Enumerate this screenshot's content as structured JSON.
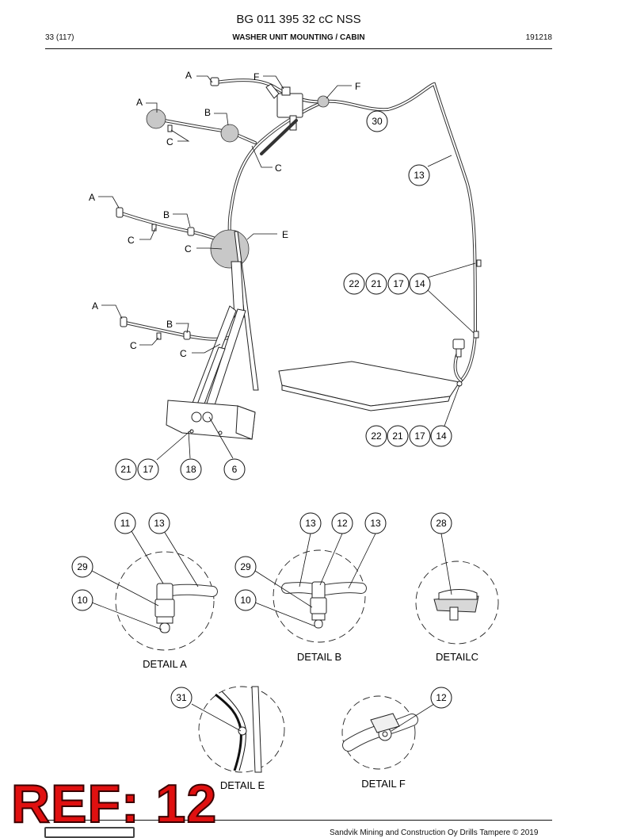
{
  "header": {
    "doc_title": "BG 011 395 32 cC NSS",
    "page": "33 (117)",
    "section": "WASHER UNIT MOUNTING / CABIN",
    "date": "191218"
  },
  "footer": {
    "text": "Sandvik Mining and Construction Oy Drills Tampere © 2019"
  },
  "stamp": {
    "text": "REF: 12"
  },
  "letters": {
    "A": "A",
    "B": "B",
    "C": "C",
    "E": "E",
    "F": "F"
  },
  "balloons": {
    "n30": "30",
    "n13": "13",
    "n22": "22",
    "n21": "21",
    "n17": "17",
    "n14": "14",
    "n18": "18",
    "n6": "6",
    "n11": "11",
    "n12": "12",
    "n28": "28",
    "n29": "29",
    "n10": "10",
    "n31": "31"
  },
  "details": {
    "a": "DETAIL A",
    "b": "DETAIL B",
    "c": "DETAILC",
    "e": "DETAIL E",
    "f": "DETAIL F"
  }
}
